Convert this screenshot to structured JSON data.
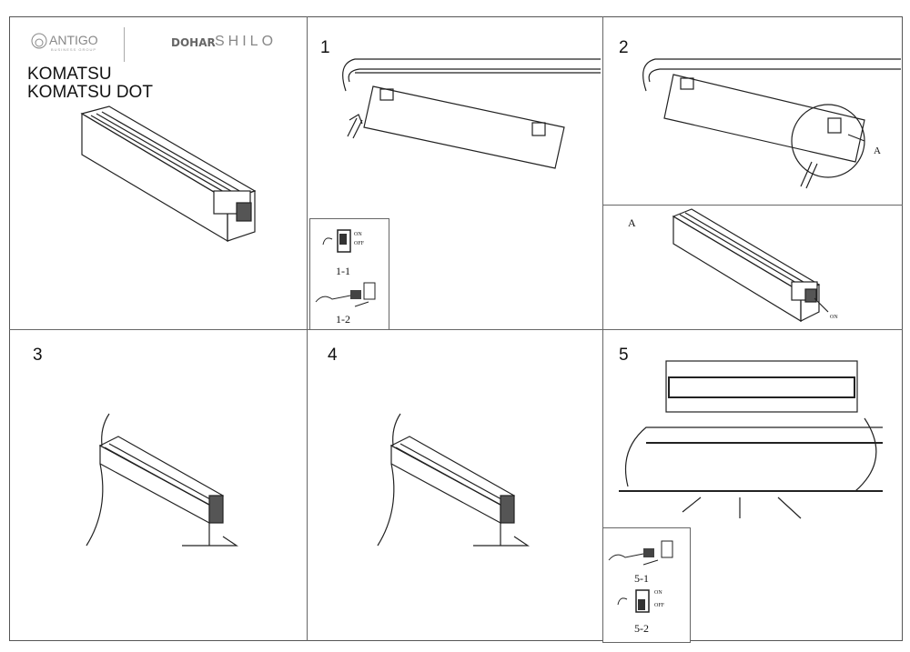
{
  "header": {
    "brand_1": "ANTIGO",
    "brand_1_sub": "BUSINESS GROUP",
    "brand_2": "DOHAR",
    "brand_3": "SHILO",
    "product_names": [
      "KOMATSU",
      "KOMATSU DOT"
    ]
  },
  "steps": [
    {
      "number": "1",
      "substeps": [
        "1-1",
        "1-2"
      ],
      "switch_labels": {
        "on": "ON",
        "off": "OFF"
      }
    },
    {
      "number": "2",
      "detail_marker": "A"
    },
    {
      "number": "3"
    },
    {
      "number": "4"
    },
    {
      "number": "5",
      "substeps": [
        "5-1",
        "5-2"
      ],
      "switch_labels": {
        "on": "ON",
        "off": "OFF"
      }
    }
  ],
  "detail": {
    "label": "A",
    "callout": "ON"
  }
}
